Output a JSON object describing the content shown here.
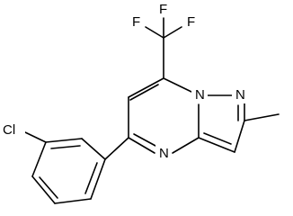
{
  "molecule": {
    "atoms": {
      "F_top": "F",
      "F_left": "F",
      "F_right": "F",
      "N_bridge": "N",
      "N_pyrazole": "N",
      "N_pyrimidine": "N",
      "Cl": "Cl"
    }
  }
}
